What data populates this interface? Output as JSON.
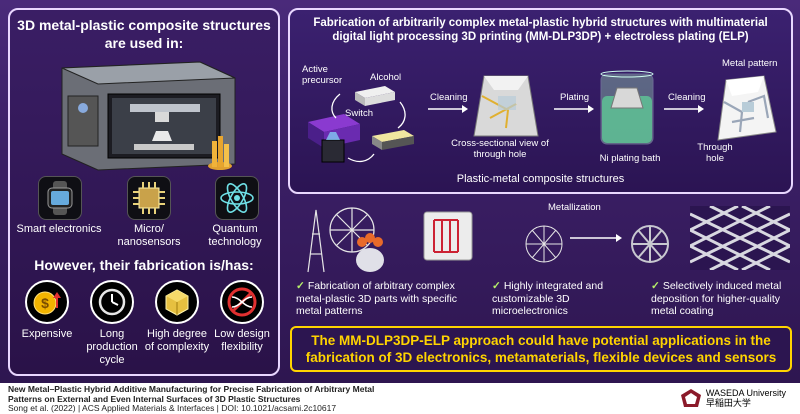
{
  "left": {
    "heading": "3D metal-plastic composite structures are used in:",
    "apps": [
      {
        "label": "Smart electronics",
        "icon": "smartwatch-icon"
      },
      {
        "label": "Micro/ nanosensors",
        "icon": "chip-icon"
      },
      {
        "label": "Quantum technology",
        "icon": "atom-icon"
      }
    ],
    "heading2": "However, their fabrication is/has:",
    "issues": [
      {
        "label": "Expensive",
        "icon": "coin-icon"
      },
      {
        "label": "Long production cycle",
        "icon": "clock-icon"
      },
      {
        "label": "High degree of complexity",
        "icon": "cube-icon"
      },
      {
        "label": "Low design flexibility",
        "icon": "cross-arrows-icon"
      }
    ]
  },
  "process": {
    "title": "Fabrication of arbitrarily complex metal-plastic hybrid structures with multimaterial digital light processing 3D printing (MM-DLP3DP) + electroless plating (ELP)",
    "active_precursor": "Active precursor",
    "alcohol": "Alcohol",
    "switch": "Switch",
    "cleaning1": "Cleaning",
    "cross_section": "Cross-sectional view of through hole",
    "plating": "Plating",
    "bath": "Ni plating bath",
    "cleaning2": "Cleaning",
    "metal_pattern": "Metal pattern",
    "through_hole": "Through hole",
    "composite": "Plastic-metal composite structures"
  },
  "middle": {
    "metallization": "Metallization",
    "bullets": [
      "Fabrication of arbitrary complex metal-plastic 3D parts with specific metal patterns",
      "Highly integrated and customizable 3D microelectronics",
      "Selectively induced metal deposition for higher-quality metal coating"
    ]
  },
  "banner": "The MM-DLP3DP-ELP approach could have potential applications in the fabrication of 3D electronics, metamaterials, flexible devices and sensors",
  "footer": {
    "line1": "New Metal–Plastic Hybrid Additive Manufacturing for Precise Fabrication of Arbitrary Metal",
    "line2": "Patterns on External and Even Internal Surfaces of 3D Plastic Structures",
    "line3_authors": "Song et al. (2022)",
    "line3_rest": " | ACS Applied Materials & Interfaces | DOI: 10.1021/acsami.2c10617",
    "brand1": "WASEDA University",
    "brand2": "早稲田大学"
  },
  "colors": {
    "accent": "#ffd400",
    "check": "#b6f06a",
    "panel_border": "#e9d7ff"
  }
}
